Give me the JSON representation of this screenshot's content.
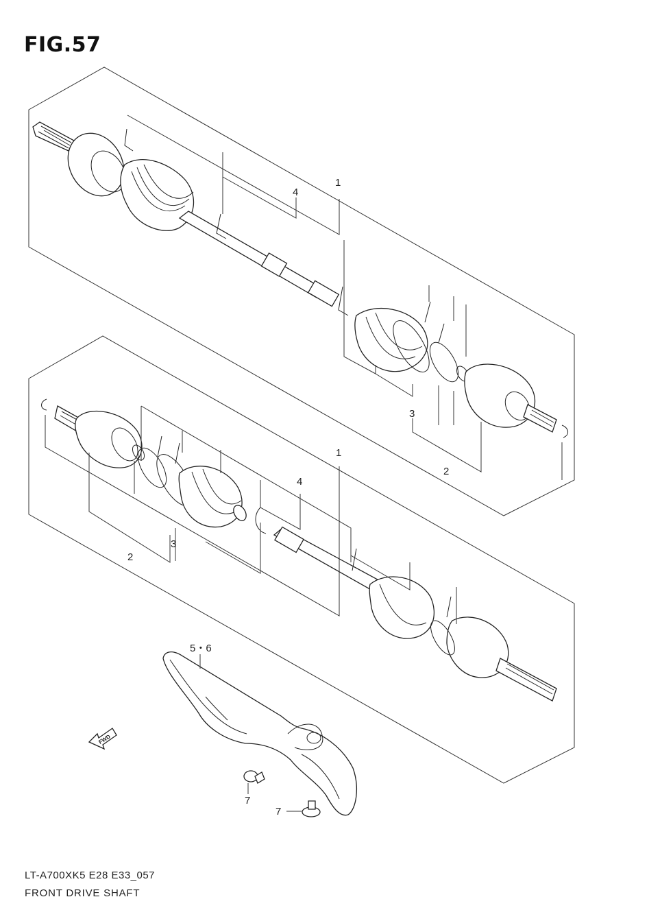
{
  "figure": {
    "title": "FIG.57",
    "footer_code": "LT-A700XK5 E28 E33_057",
    "footer_name": "FRONT DRIVE SHAFT"
  },
  "callouts": {
    "upper_1": "1",
    "upper_4": "4",
    "upper_3": "3",
    "upper_2": "2",
    "lower_1": "1",
    "lower_4": "4",
    "lower_2": "2",
    "lower_3": "3",
    "guard_56": "5・6",
    "bolt_7a": "7",
    "bolt_7b": "7"
  },
  "direction_badge": {
    "label": "FWD",
    "icon": "arrow-left-icon"
  }
}
